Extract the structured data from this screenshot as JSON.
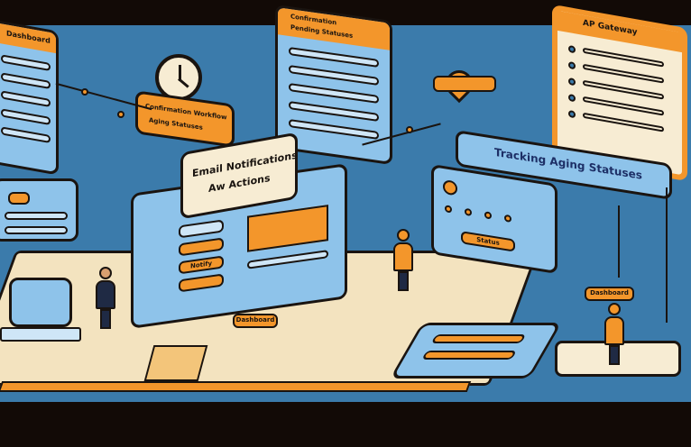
{
  "illustration": {
    "main_card": {
      "line1": "Email Notifications",
      "line2": "Aw Actions"
    },
    "tracking_banner": {
      "label": "Tracking Aging Statuses"
    },
    "gateway_panel": {
      "title": "AP Gateway"
    },
    "left_panel": {
      "title": "Dashboard"
    },
    "workflow_card": {
      "line1": "Confirmation Workflow",
      "line2": "Aging Statuses"
    },
    "top_panel": {
      "line1": "Confirmation",
      "line2": "Pending Statuses"
    },
    "buttons": {
      "dashboard": "Dashboard",
      "dashboard_right": "Dashboard",
      "notify": "Notify",
      "status": "Status"
    },
    "colors": {
      "background": "#3b7bab",
      "accent": "#f3962b",
      "panel": "#8ec3ea",
      "cream": "#f7ecd3",
      "outline": "#1a1410"
    }
  }
}
